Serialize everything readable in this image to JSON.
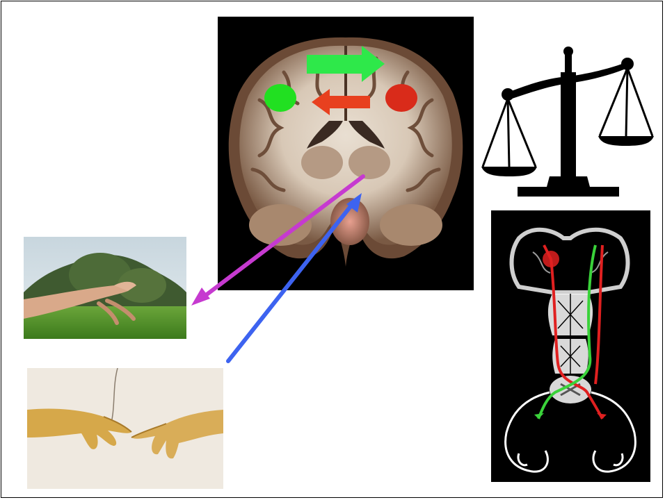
{
  "slide": {
    "background": "#ffffff",
    "border_color": "#000000"
  },
  "brain_image": {
    "icon": "brain-coronal-section",
    "markers": {
      "left_hemisphere_color": "#21e021",
      "right_hemisphere_color": "#d92b1a",
      "rightward_arrow_color": "#2ee84a",
      "leftward_arrow_color": "#e8401f"
    }
  },
  "arrows": {
    "to_reaching_hand_color": "#c63ad0",
    "from_creation_color": "#3d63f0"
  },
  "scales_image": {
    "icon": "scales-of-justice"
  },
  "pathway_image": {
    "icon": "corticospinal-pathway-diagram",
    "left_tract_color": "#e02020",
    "right_tract_color": "#3ad23a"
  },
  "reach_photo": {
    "icon": "reaching-hand-photo"
  },
  "creation_photo": {
    "icon": "creation-of-adam-hands"
  }
}
